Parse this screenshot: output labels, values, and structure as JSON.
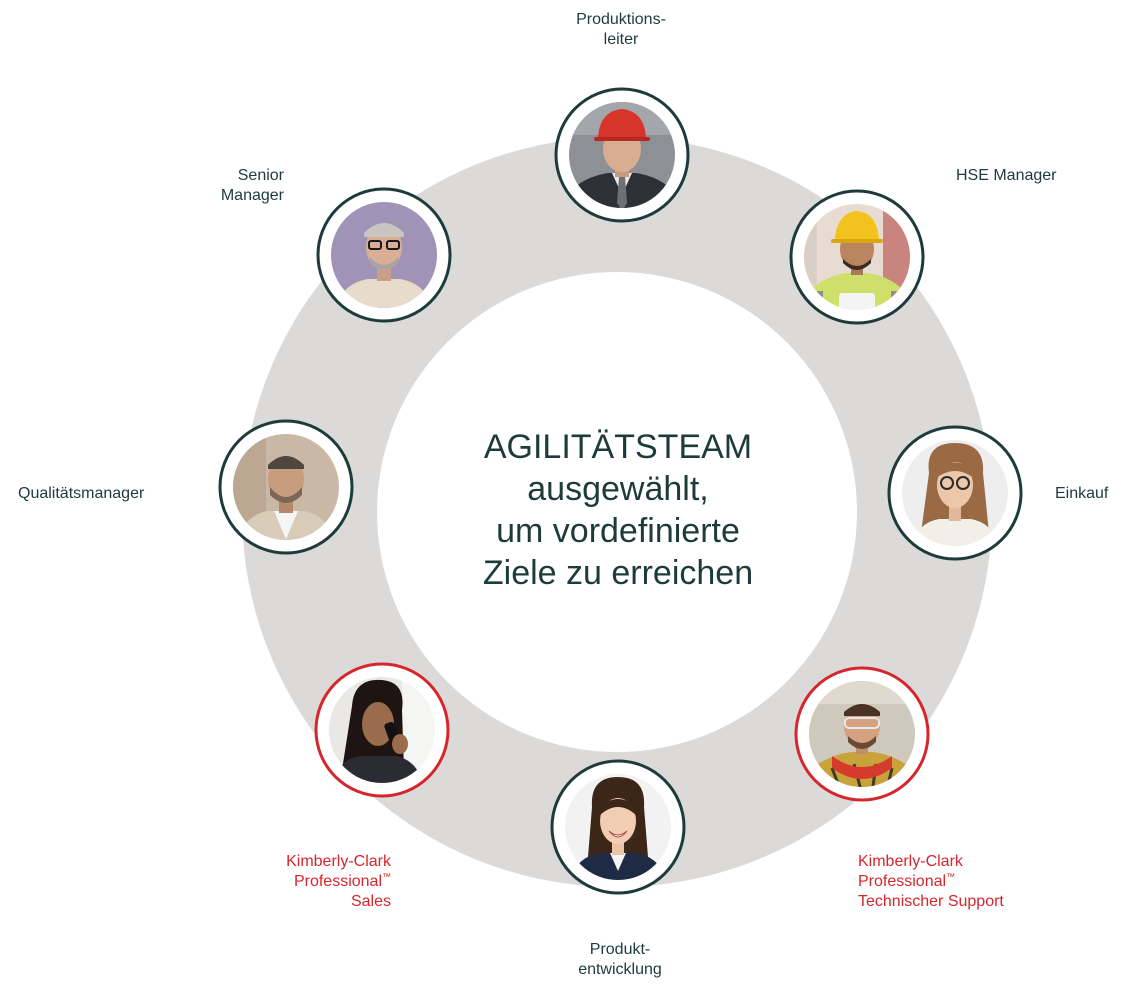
{
  "center": {
    "line1": "AGILITÄTSTEAM",
    "line2": "ausgewählt,",
    "line3": "um vordefinierte",
    "line4": "Ziele zu erreichen"
  },
  "colors": {
    "ring": "#dcdad8",
    "teal": "#1d3b3a",
    "red": "#d6262d"
  },
  "members": [
    {
      "id": "produktionsleiter",
      "label": [
        "Produktions-",
        "leiter"
      ],
      "color": "teal",
      "photo": "man-hard-hat-red"
    },
    {
      "id": "hse-manager",
      "label": [
        "HSE Manager"
      ],
      "color": "teal",
      "photo": "man-hard-hat-yellow"
    },
    {
      "id": "einkauf",
      "label": [
        "Einkauf"
      ],
      "color": "teal",
      "photo": "woman-glasses"
    },
    {
      "id": "kc-technischer-support",
      "label": [
        "Kimberly-Clark",
        "Professional",
        "Technischer Support"
      ],
      "tm_line": 1,
      "color": "red",
      "photo": "man-safety-glasses"
    },
    {
      "id": "produktentwicklung",
      "label": [
        "Produkt-",
        "entwicklung"
      ],
      "color": "teal",
      "photo": "woman-smiling"
    },
    {
      "id": "kc-sales",
      "label": [
        "Kimberly-Clark",
        "Professional",
        "Sales"
      ],
      "tm_line": 1,
      "color": "red",
      "photo": "woman-on-phone"
    },
    {
      "id": "qualitaetsmanager",
      "label": [
        "Qualitätsmanager"
      ],
      "color": "teal",
      "photo": "man-beard"
    },
    {
      "id": "senior-manager",
      "label": [
        "Senior",
        "Manager"
      ],
      "color": "teal",
      "photo": "man-grey-hair-glasses"
    }
  ],
  "trademark": "™"
}
